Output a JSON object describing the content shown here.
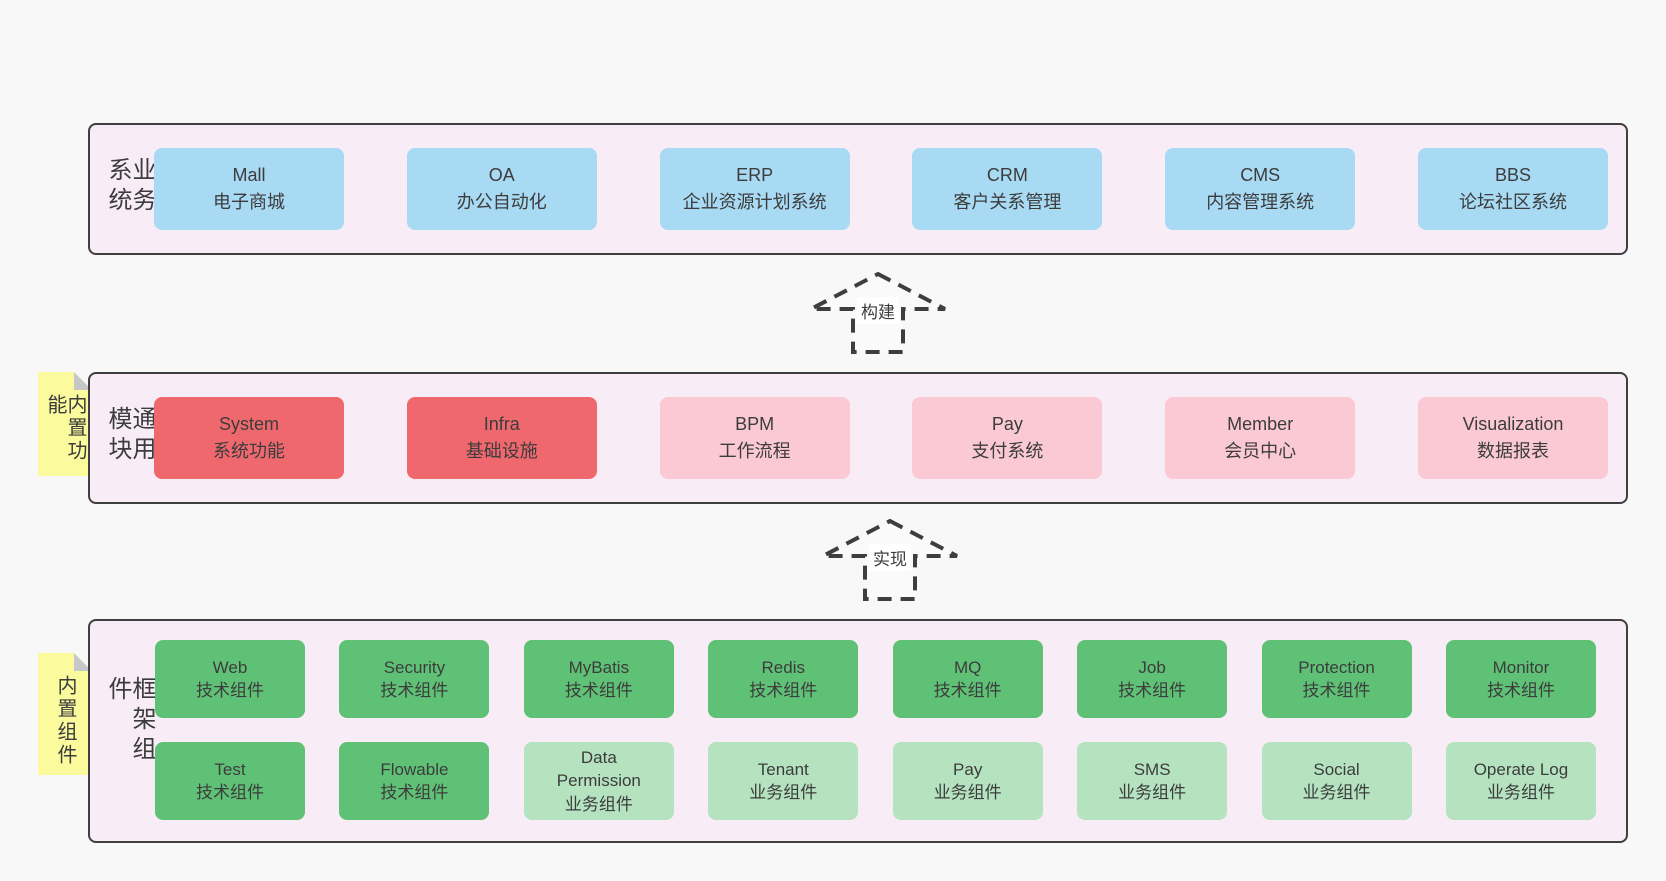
{
  "colors": {
    "page_bg": "#f8f8f8",
    "panel_bg": "#f8edf6",
    "panel_border": "#3f3f3f",
    "box_blue": "#a8daf3",
    "box_red": "#ef686d",
    "box_pink": "#fac9d4",
    "box_green_dark": "#5fc175",
    "box_green_light": "#b5e3bf",
    "sticky_yellow": "#fbfb9e",
    "sticky_fold_gray": "#c7c7c7",
    "text": "#3c3c3c"
  },
  "s1": {
    "label": "业务系统",
    "boxes": [
      {
        "title": "Mall",
        "subtitle": "电子商城"
      },
      {
        "title": "OA",
        "subtitle": "办公自动化"
      },
      {
        "title": "ERP",
        "subtitle": "企业资源计划系统"
      },
      {
        "title": "CRM",
        "subtitle": "客户关系管理"
      },
      {
        "title": "CMS",
        "subtitle": "内容管理系统"
      },
      {
        "title": "BBS",
        "subtitle": "论坛社区系统"
      }
    ]
  },
  "s2": {
    "label": "通用模块",
    "sticky": "内置功能",
    "boxes": [
      {
        "title": "System",
        "subtitle": "系统功能"
      },
      {
        "title": "Infra",
        "subtitle": "基础设施"
      },
      {
        "title": "BPM",
        "subtitle": "工作流程"
      },
      {
        "title": "Pay",
        "subtitle": "支付系统"
      },
      {
        "title": "Member",
        "subtitle": "会员中心"
      },
      {
        "title": "Visualization",
        "subtitle": "数据报表"
      }
    ]
  },
  "s3": {
    "label": "框架组件",
    "sticky": "内置组件",
    "row1": [
      {
        "title": "Web",
        "subtitle": "技术组件"
      },
      {
        "title": "Security",
        "subtitle": "技术组件"
      },
      {
        "title": "MyBatis",
        "subtitle": "技术组件"
      },
      {
        "title": "Redis",
        "subtitle": "技术组件"
      },
      {
        "title": "MQ",
        "subtitle": "技术组件"
      },
      {
        "title": "Job",
        "subtitle": "技术组件"
      },
      {
        "title": "Protection",
        "subtitle": "技术组件"
      },
      {
        "title": "Monitor",
        "subtitle": "技术组件"
      }
    ],
    "row2": [
      {
        "title": "Test",
        "subtitle": "技术组件"
      },
      {
        "title": "Flowable",
        "subtitle": "技术组件"
      },
      {
        "title": "Data\nPermission",
        "subtitle": "业务组件"
      },
      {
        "title": "Tenant",
        "subtitle": "业务组件"
      },
      {
        "title": "Pay",
        "subtitle": "业务组件"
      },
      {
        "title": "SMS",
        "subtitle": "业务组件"
      },
      {
        "title": "Social",
        "subtitle": "业务组件"
      },
      {
        "title": "Operate Log",
        "subtitle": "业务组件"
      }
    ]
  },
  "arrows": {
    "build": "构建",
    "implement": "实现"
  }
}
